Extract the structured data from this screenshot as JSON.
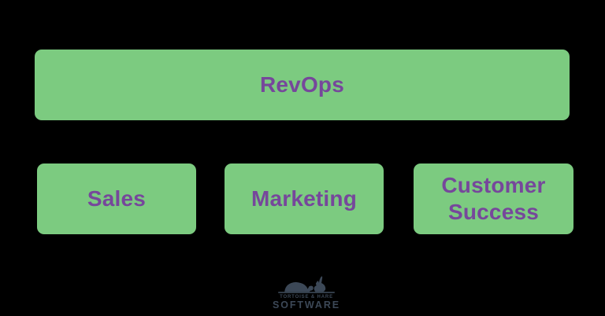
{
  "diagram": {
    "type": "org-chart",
    "root": {
      "label": "RevOps"
    },
    "children": [
      {
        "label": "Sales"
      },
      {
        "label": "Marketing"
      },
      {
        "label": "Customer Success"
      }
    ]
  },
  "logo": {
    "icon": "tortoise-and-hare-icon",
    "name_line": "TORTOISE & HARE",
    "word_line": "SOFTWARE"
  },
  "colors": {
    "background": "#000000",
    "box_fill": "#7CCB80",
    "box_text": "#76479B",
    "logo": "#3C4857"
  }
}
